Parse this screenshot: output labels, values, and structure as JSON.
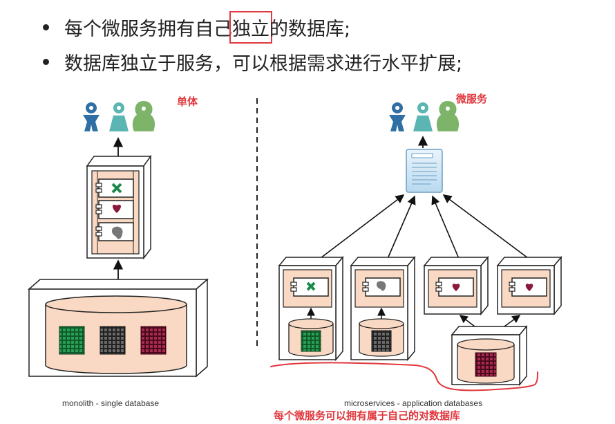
{
  "bullets": {
    "line1_before": "每个微服务拥有自己",
    "line1_highlight": "独立",
    "line1_after": "的数据库;",
    "line2": "数据库独立于服务，可以根据需求进行水平扩展;"
  },
  "left": {
    "tag": "单体",
    "caption": "monolith - single database"
  },
  "right": {
    "tag": "微服务",
    "caption": "microservices - application databases",
    "note": "每个微服务可以拥有属于自己的对数据库"
  },
  "colors": {
    "user_blue": "#2f6fa3",
    "user_teal": "#5bb5b2",
    "user_green": "#7eb36a",
    "grid_green": "#1a7a3a",
    "grid_gray": "#4a4a4a",
    "grid_red": "#8b1a3a",
    "peach": "#f9d9c3",
    "annotation_red": "#e0383e"
  }
}
